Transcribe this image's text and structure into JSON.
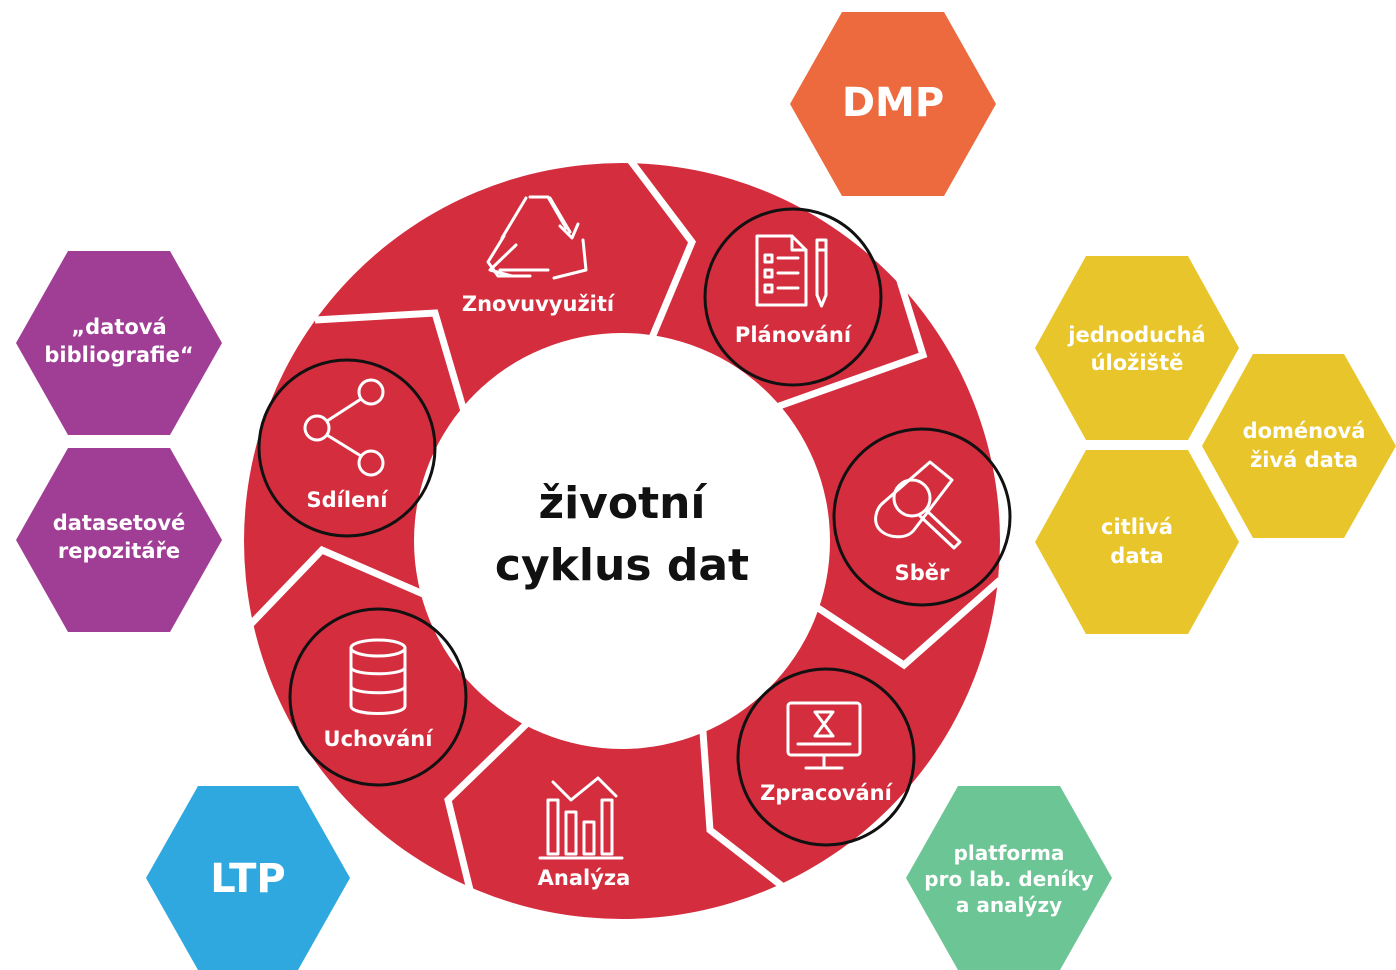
{
  "center": {
    "line1": "životní",
    "line2": "cyklus dat"
  },
  "stages": {
    "planovani": {
      "label": "Plánování",
      "icon": "document-pencil-icon"
    },
    "sber": {
      "label": "Sběr",
      "icon": "test-tube-magnifier-icon"
    },
    "zpracovani": {
      "label": "Zpracování",
      "icon": "monitor-hourglass-icon"
    },
    "analyza": {
      "label": "Analýza",
      "icon": "bar-chart-icon"
    },
    "uchovani": {
      "label": "Uchování",
      "icon": "database-icon"
    },
    "sdileni": {
      "label": "Sdílení",
      "icon": "share-icon"
    },
    "znovuvyuziti": {
      "label": "Znovuvyužití",
      "icon": "recycle-icon"
    }
  },
  "hexes": {
    "dmp": {
      "lines": [
        "DMP"
      ],
      "color": "#EC6A3E"
    },
    "jednoducha": {
      "lines": [
        "jednoduchá",
        "úložiště"
      ],
      "color": "#E8C52A"
    },
    "domenova": {
      "lines": [
        "doménová",
        "živá data"
      ],
      "color": "#E8C52A"
    },
    "citliva": {
      "lines": [
        "citlivá",
        "data"
      ],
      "color": "#E8C52A"
    },
    "platforma": {
      "lines": [
        "platforma",
        "pro lab. deníky",
        "a analýzy"
      ],
      "color": "#6CC594"
    },
    "ltp": {
      "lines": [
        "LTP"
      ],
      "color": "#2FA8E0"
    },
    "bibliografie": {
      "lines": [
        "„datová",
        "bibliografie“"
      ],
      "color": "#A03E95"
    },
    "repozitare": {
      "lines": [
        "datasetové",
        "repozitáře"
      ],
      "color": "#A03E95"
    }
  },
  "colors": {
    "ring": "#D42D3E",
    "ring_separator": "#ffffff",
    "circle_outline": "#111111"
  }
}
